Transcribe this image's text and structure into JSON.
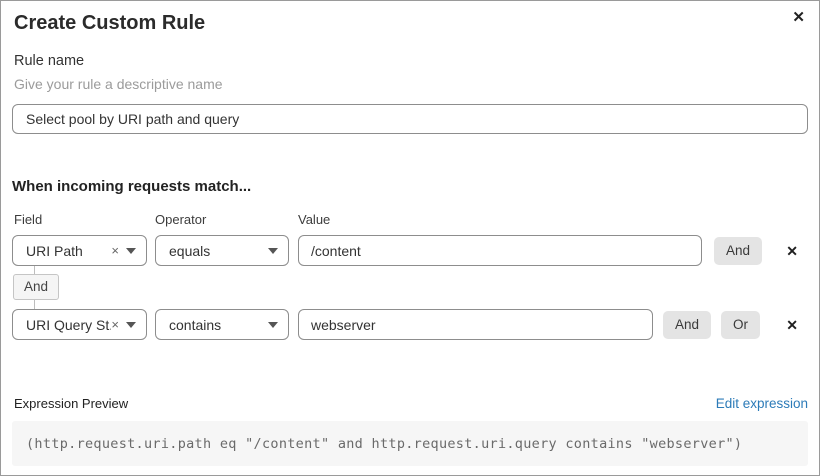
{
  "dialog": {
    "title": "Create Custom Rule"
  },
  "icons": {
    "close": "✕",
    "clear": "×",
    "row_delete": "✕"
  },
  "rule_name": {
    "label": "Rule name",
    "hint": "Give your rule a descriptive name",
    "value": "Select pool by URI path and query"
  },
  "match": {
    "heading": "When incoming requests match...",
    "columns": {
      "field": "Field",
      "operator": "Operator",
      "value": "Value"
    },
    "rows": [
      {
        "field": "URI Path",
        "operator": "equals",
        "value": "/content",
        "and_label": "And"
      },
      {
        "field": "URI Query St...",
        "operator": "contains",
        "value": "webserver",
        "and_label": "And",
        "or_label": "Or"
      }
    ],
    "connector_label": "And"
  },
  "preview": {
    "label": "Expression Preview",
    "edit_link": "Edit expression",
    "expression": "(http.request.uri.path eq \"/content\" and http.request.uri.query contains \"webserver\")"
  },
  "colors": {
    "link_blue": "#2c7bb8",
    "button_gray": "#e4e4e4",
    "code_bg": "#f6f6f6",
    "border_gray": "#8d8d8d"
  }
}
